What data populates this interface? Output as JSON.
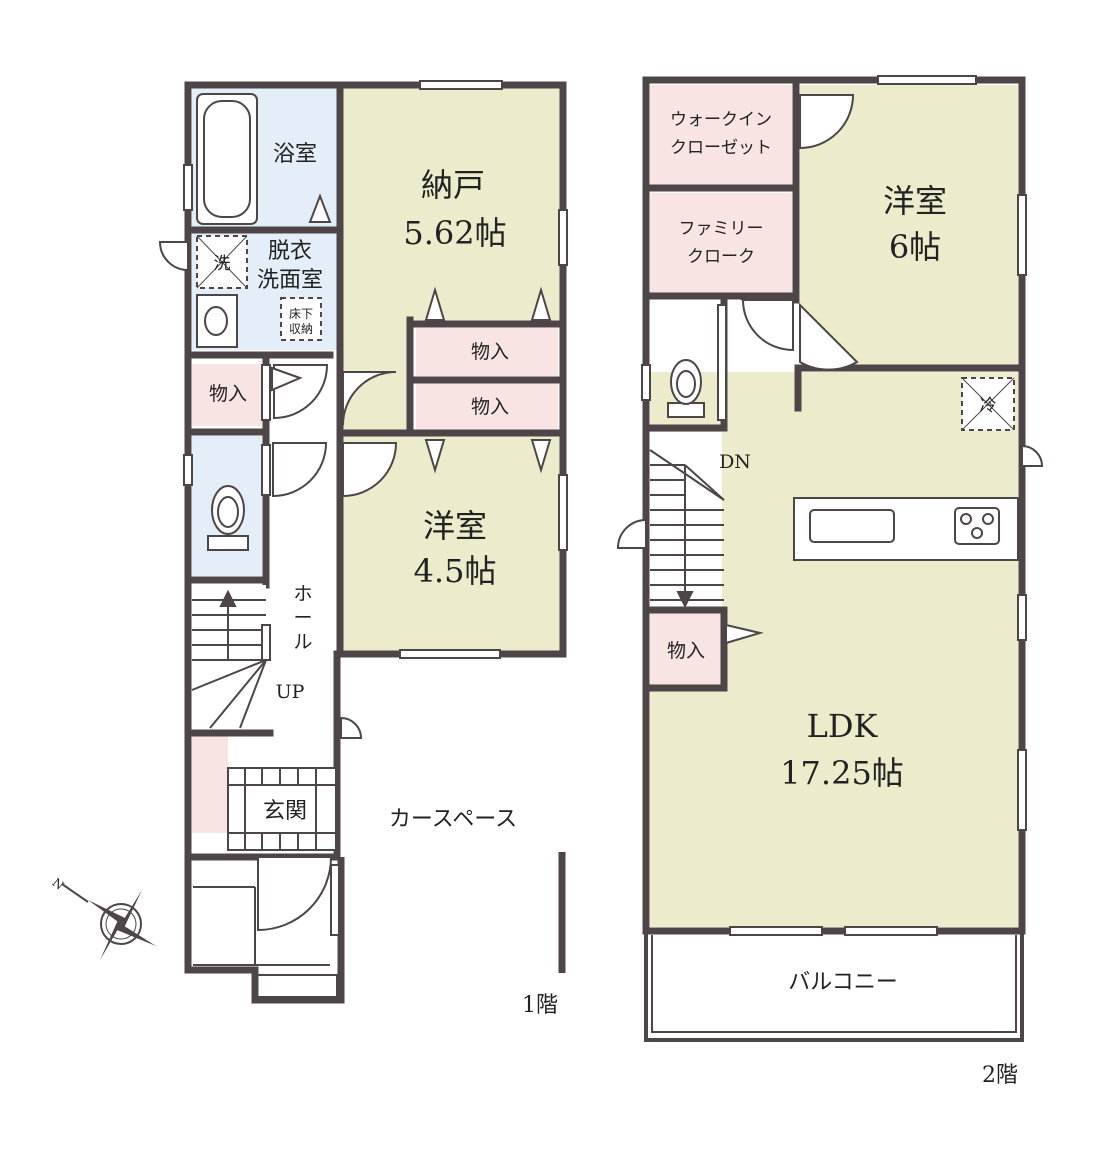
{
  "colors": {
    "wall": "#4d4548",
    "room_beige": "#ecebcc",
    "wet_blue": "#e3eef8",
    "storage_pink": "#f7e4e3",
    "white": "#ffffff"
  },
  "floor1": {
    "floor_label": "1階",
    "bathroom": "浴室",
    "storeroom_name": "納戸",
    "storeroom_size": "5.62帖",
    "dressing_line1": "脱衣",
    "dressing_line2": "洗面室",
    "washer_mark": "洗",
    "under_floor_line1": "床下",
    "under_floor_line2": "収納",
    "closet_a": "物入",
    "closet_b": "物入",
    "closet_hall": "物入",
    "western_name": "洋室",
    "western_size": "4.5帖",
    "hall_chars": [
      "ホ",
      "ー",
      "ル"
    ],
    "stairs_label": "UP",
    "entrance": "玄関",
    "carport": "カースペース"
  },
  "floor2": {
    "floor_label": "2階",
    "wic_line1": "ウォークイン",
    "wic_line2": "クローゼット",
    "family_line1": "ファミリー",
    "family_line2": "クローク",
    "western_name": "洋室",
    "western_size": "6帖",
    "fridge_mark": "冷",
    "stairs_label": "DN",
    "closet": "物入",
    "ldk_name": "LDK",
    "ldk_size": "17.25帖",
    "balcony": "バルコニー"
  },
  "compass": {
    "north_label": "N",
    "icon": "compass-rose-icon"
  }
}
